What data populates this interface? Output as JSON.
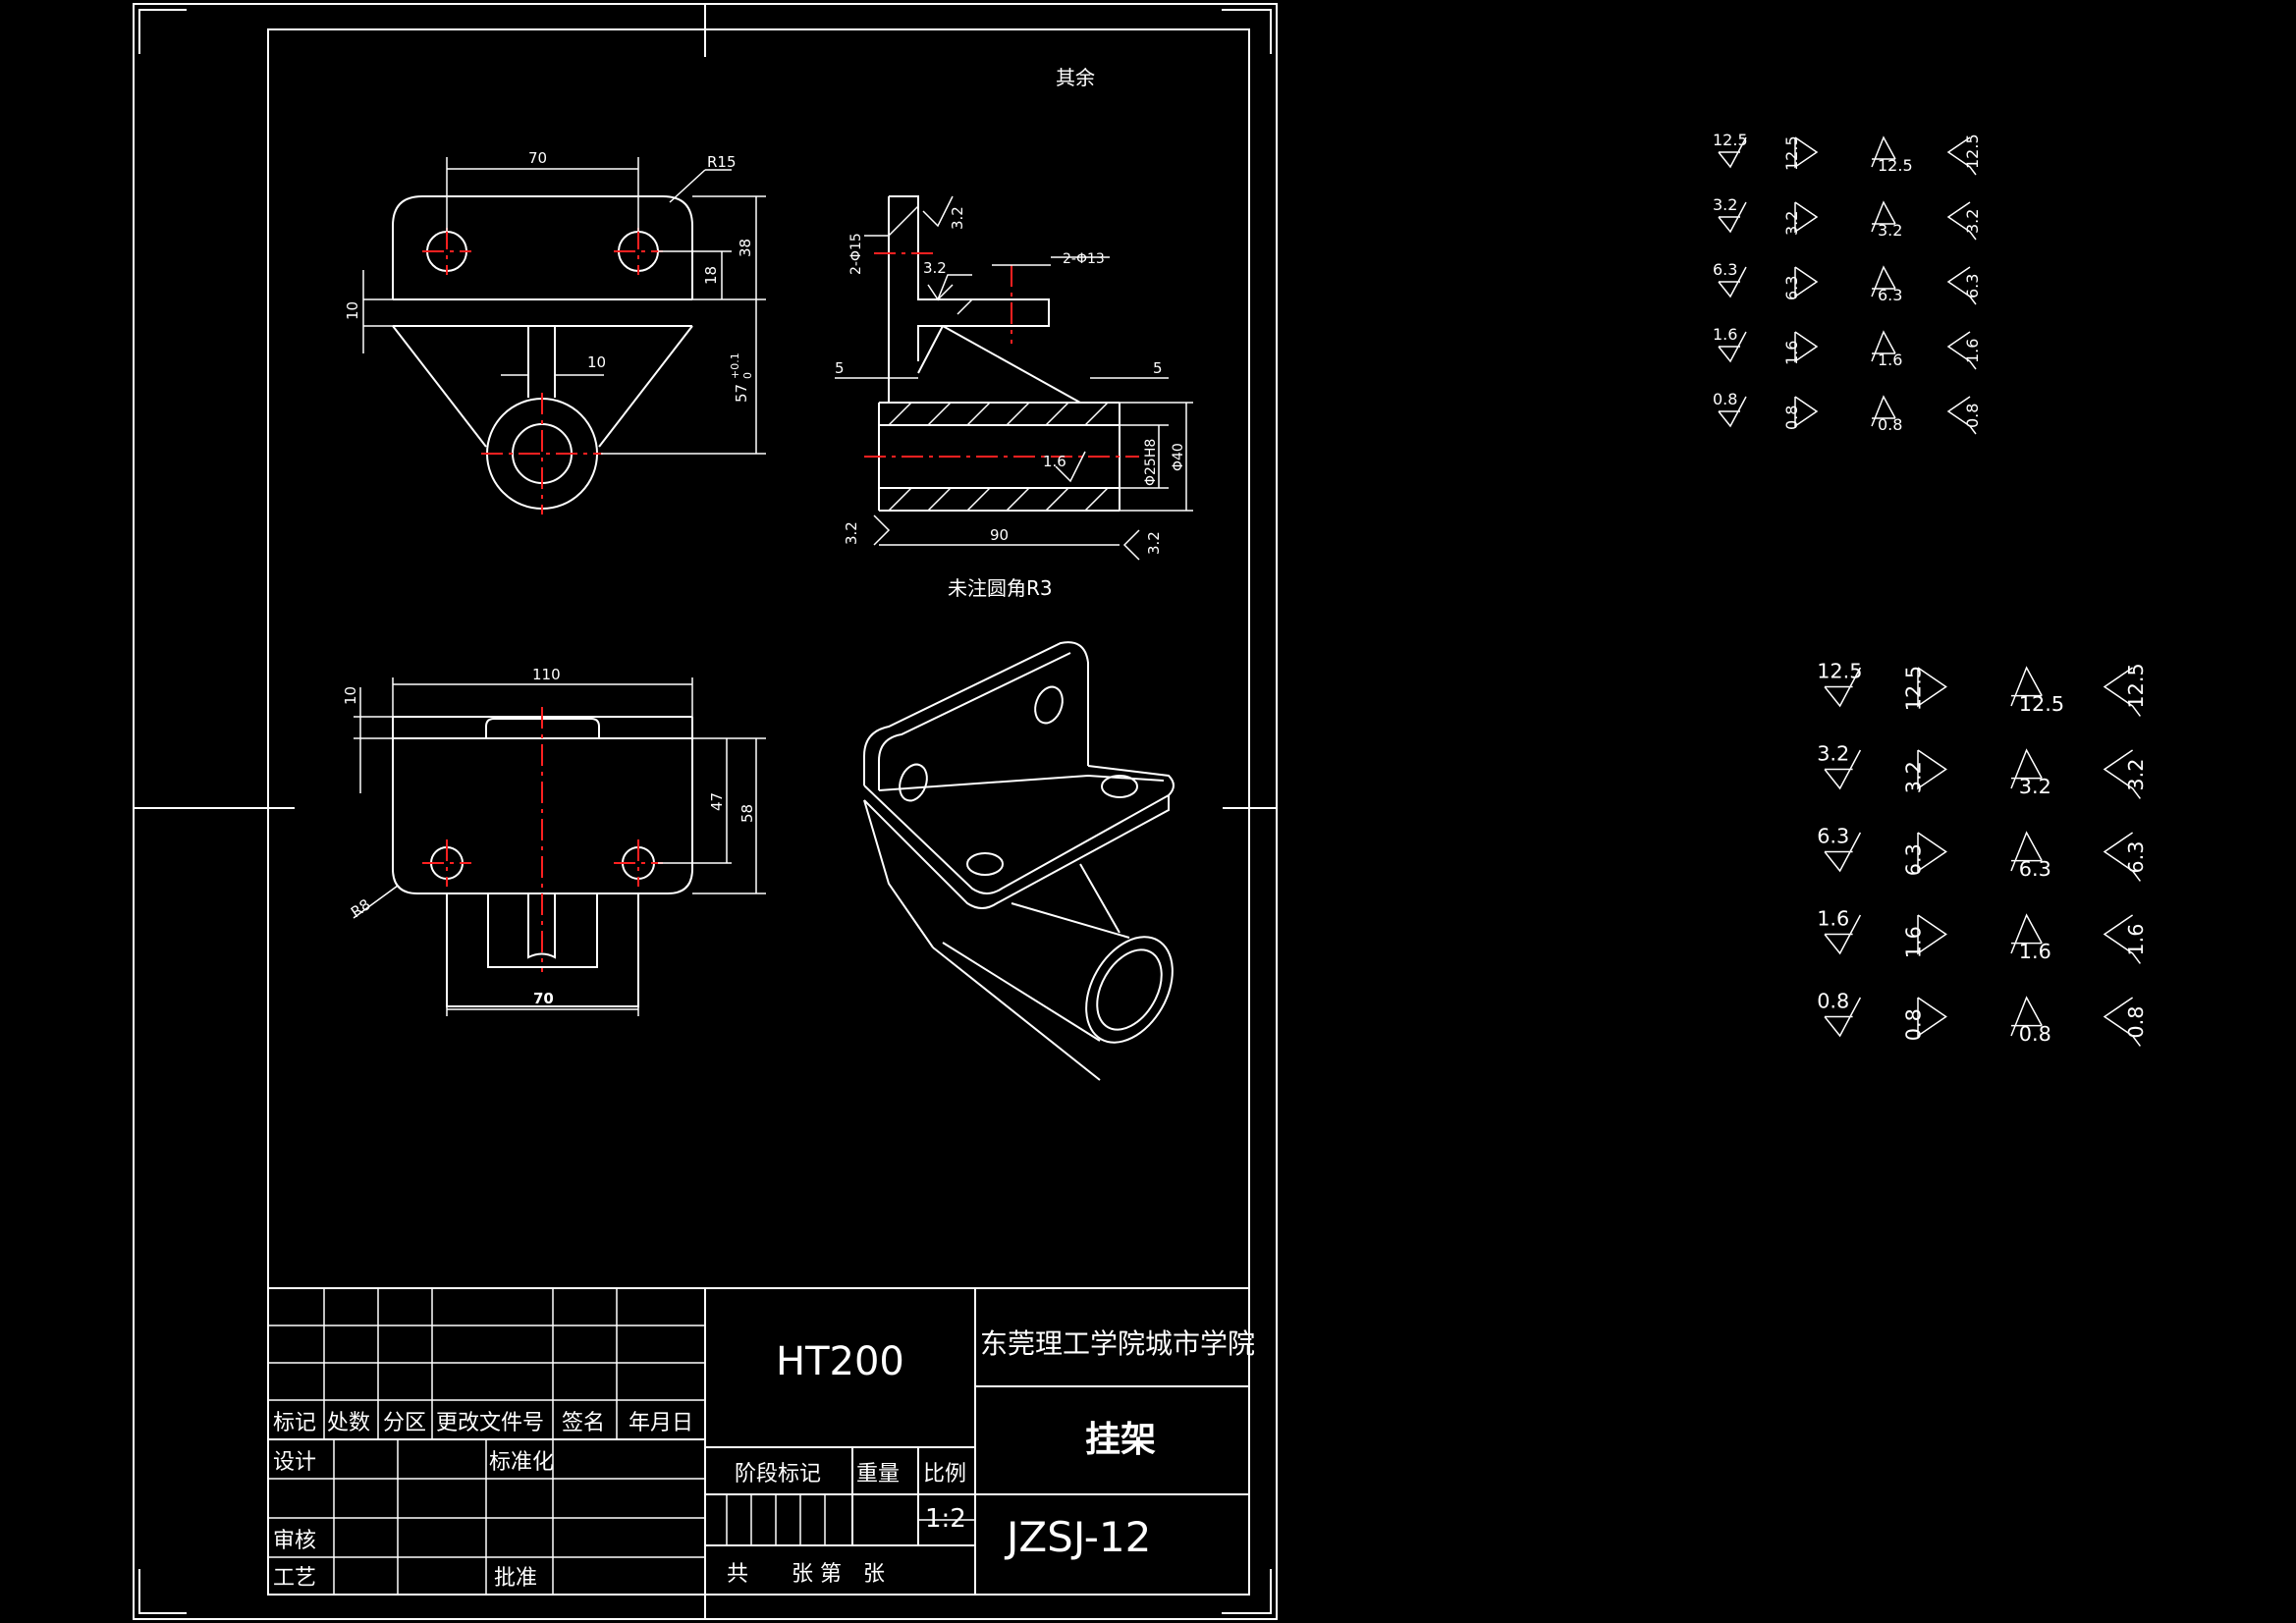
{
  "colors": {
    "background": "#000000",
    "line": "#ffffff",
    "centerline": "#ff2020"
  },
  "drawing": {
    "roughness_note": "其余",
    "front_view": {
      "dim_width": "70",
      "dim_radius": "R15",
      "dim_height_38": "38",
      "dim_height_18": "18",
      "dim_thick_10": "10",
      "dim_rib_10": "10",
      "dim_height_57": "57",
      "dim_tol": "+0.1",
      "dim_tol_low": "0"
    },
    "side_view": {
      "dim_hole_15": "2-Φ15",
      "dim_hole_13": "2-Φ13",
      "rough_32_a": "3.2",
      "rough_32_b": "3.2",
      "rough_32_c": "3.2",
      "rough_32_d": "3.2",
      "rough_16": "1.6",
      "dim_5_left": "5",
      "dim_5_right": "5",
      "dim_bore": "Φ25H8",
      "dim_od": "Φ40",
      "dim_len": "90",
      "note_fillet": "未注圆角R3"
    },
    "top_view": {
      "dim_110": "110",
      "dim_10": "10",
      "dim_47": "47",
      "dim_58": "58",
      "dim_r8": "R8",
      "dim_70": "70"
    }
  },
  "roughness_symbols_small": [
    [
      "12.5",
      "12.5",
      "12.5",
      "12.5"
    ],
    [
      "3.2",
      "3.2",
      "3.2",
      "3.2"
    ],
    [
      "6.3",
      "6.3",
      "6.3",
      "6.3"
    ],
    [
      "1.6",
      "1.6",
      "1.6",
      "1.6"
    ],
    [
      "0.8",
      "0.8",
      "0.8",
      "0.8"
    ]
  ],
  "roughness_symbols_large": [
    [
      "12.5",
      "12.5",
      "12.5",
      "12.5"
    ],
    [
      "3.2",
      "3.2",
      "3.2",
      "3.2"
    ],
    [
      "6.3",
      "6.3",
      "6.3",
      "6.3"
    ],
    [
      "1.6",
      "1.6",
      "1.6",
      "1.6"
    ],
    [
      "0.8",
      "0.8",
      "0.8",
      "0.8"
    ]
  ],
  "title_block": {
    "material": "HT200",
    "institution": "东莞理工学院城市学院",
    "part_name": "挂架",
    "drawing_no": "JZSJ-12",
    "scale": "1:2",
    "label_mark": "标记",
    "label_count": "处数",
    "label_zone": "分区",
    "label_change_doc": "更改文件号",
    "label_sign": "签名",
    "label_date": "年月日",
    "label_design": "设计",
    "label_standard": "标准化",
    "label_stage": "阶段标记",
    "label_weight": "重量",
    "label_scale": "比例",
    "label_review": "审核",
    "label_process": "工艺",
    "label_approve": "批准",
    "label_sheets": "共　　张 第　张"
  }
}
